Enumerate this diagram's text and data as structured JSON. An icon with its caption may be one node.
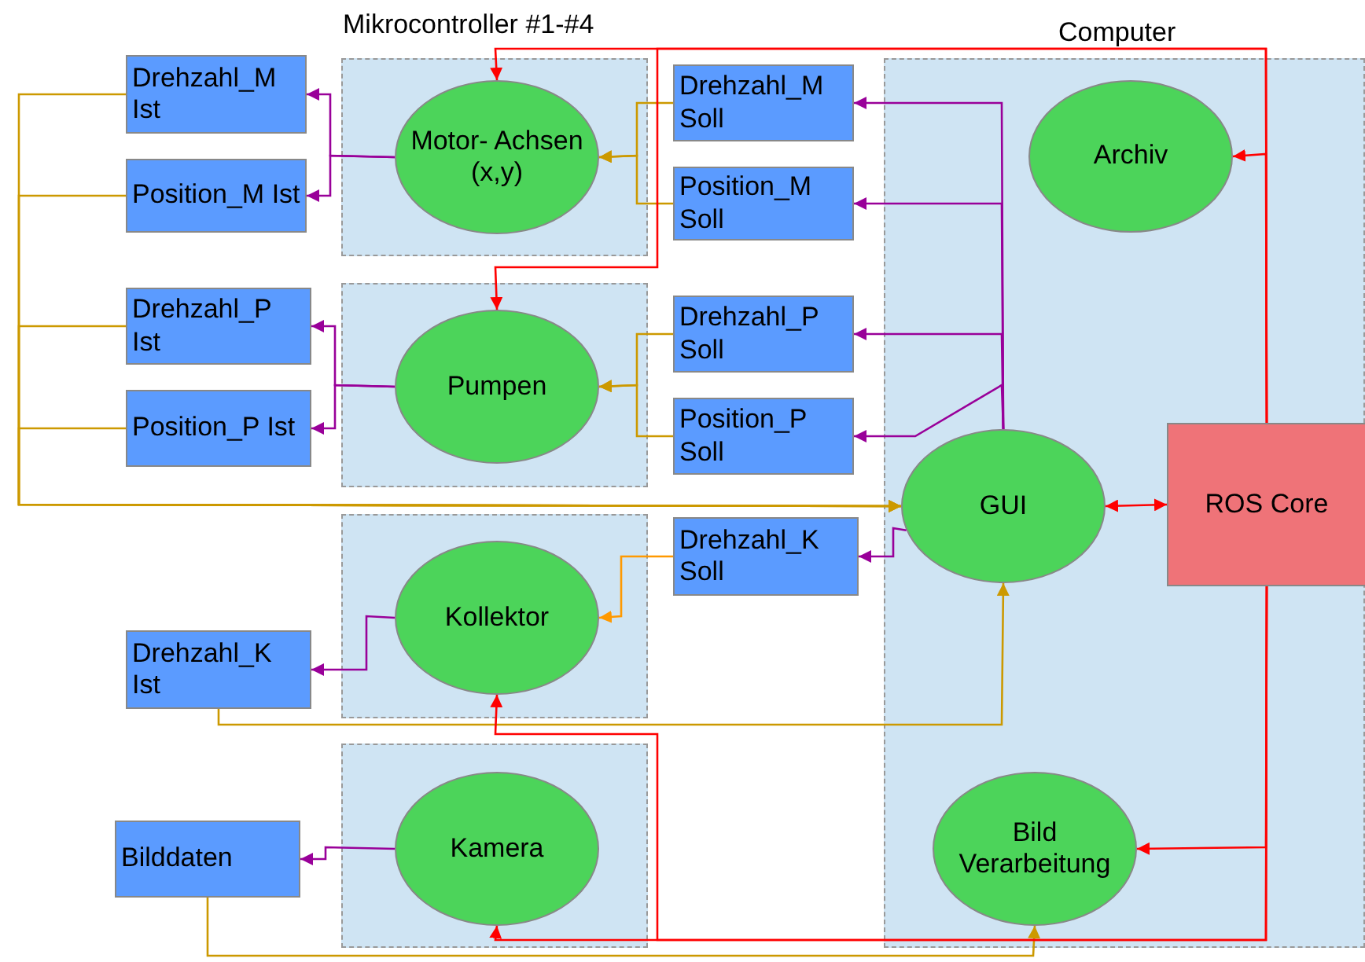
{
  "diagram": {
    "nodes": [
      {
        "text": [],
        "shape": "box"
      },
      {
        "text": [
          "Motor- Achsen (x,y)"
        ],
        "in": 0
      },
      {
        "text": [],
        "shape": "box"
      },
      {
        "text": [
          "Pumpen"
        ],
        "in": 2
      },
      {
        "text": [],
        "shape": "box"
      },
      {
        "text": [
          "Kollektor"
        ],
        "in": 4
      },
      {
        "text": [],
        "shape": "box"
      },
      {
        "text": [
          "Kamera"
        ],
        "in": 6
      },
      {
        "text": [
          "Computer"
        ]
      },
      {
        "text": [
          "Archiv"
        ],
        "in": 8
      },
      {
        "text": [
          "GUI"
        ],
        "in": 8
      },
      {
        "text": [
          "ROS Core"
        ],
        "in": 8
      },
      {
        "text": [
          "Bild Verarbeitung"
        ],
        "in": 8
      },
      {
        "text": [
          "Drehzahl_M Ist"
        ]
      },
      {
        "text": [
          "Position_M Ist"
        ]
      },
      {
        "text": [
          "Drehzahl_P Ist"
        ]
      },
      {
        "text": [
          "Position_P Ist"
        ]
      },
      {
        "text": [
          "Drehzahl_K Ist"
        ]
      },
      {
        "text": [
          "Bilddaten"
        ]
      },
      {
        "text": [
          "Drehzahl_M Soll"
        ]
      },
      {
        "text": [
          "Position_M Soll"
        ]
      },
      {
        "text": [
          "Drehzahl_P Soll"
        ]
      },
      {
        "text": [
          "Position_P Soll"
        ]
      },
      {
        "text": [
          "Drehzahl_K Soll"
        ]
      }
    ],
    "edges": [
      {
        "from": 1,
        "to": 13,
        "arrow": "to",
        "color": "#990099"
      },
      {
        "from": 1,
        "to": 14,
        "arrow": "to",
        "color": "#990099"
      },
      {
        "from": 3,
        "to": 15,
        "arrow": "to",
        "color": "#990099"
      },
      {
        "from": 3,
        "to": 16,
        "arrow": "to",
        "color": "#990099"
      },
      {
        "from": 5,
        "to": 17,
        "arrow": "to",
        "color": "#990099"
      },
      {
        "from": 7,
        "to": 18,
        "arrow": "to",
        "color": "#990099"
      },
      {
        "from": 10,
        "to": 19,
        "arrow": "to",
        "color": "#990099"
      },
      {
        "from": 10,
        "to": 20,
        "arrow": "to",
        "color": "#990099"
      },
      {
        "from": 10,
        "to": 21,
        "arrow": "to",
        "color": "#990099"
      },
      {
        "from": 10,
        "to": 22,
        "arrow": "to",
        "color": "#990099"
      },
      {
        "from": 10,
        "to": 23,
        "arrow": "to",
        "color": "#990099"
      },
      {
        "from": 19,
        "to": 1,
        "arrow": "to",
        "color": "#cc9900"
      },
      {
        "from": 20,
        "to": 1,
        "arrow": "to",
        "color": "#cc9900"
      },
      {
        "from": 21,
        "to": 3,
        "arrow": "to",
        "color": "#cc9900"
      },
      {
        "from": 22,
        "to": 3,
        "arrow": "to",
        "color": "#cc9900"
      },
      {
        "from": 23,
        "to": 5,
        "arrow": "to",
        "color": "#ff9900"
      },
      {
        "from": 13,
        "to": 10,
        "arrow": "to",
        "color": "#cc9900"
      },
      {
        "from": 14,
        "to": 10,
        "arrow": "to",
        "color": "#cc9900"
      },
      {
        "from": 15,
        "to": 10,
        "arrow": "to",
        "color": "#cc9900"
      },
      {
        "from": 16,
        "to": 10,
        "arrow": "to",
        "color": "#cc9900"
      },
      {
        "from": 17,
        "to": 10,
        "arrow": "to",
        "color": "#cc9900"
      },
      {
        "from": 18,
        "to": 12,
        "arrow": "to",
        "color": "#cc9900"
      },
      {
        "from": 10,
        "to": 11,
        "arrow": "both",
        "color": "#ff0000"
      },
      {
        "from": 11,
        "to": 9,
        "arrow": "to",
        "color": "#ff0000"
      },
      {
        "from": 11,
        "to": 12,
        "arrow": "to",
        "color": "#ff0000"
      },
      {
        "from": 11,
        "to": 1,
        "arrow": "to",
        "color": "#ff0000"
      },
      {
        "from": 11,
        "to": 3,
        "arrow": "to",
        "color": "#ff0000"
      },
      {
        "from": 11,
        "to": 5,
        "arrow": "to",
        "color": "#ff0000"
      },
      {
        "from": 11,
        "to": 7,
        "arrow": "to",
        "color": "#ff0000"
      }
    ],
    "labels": [
      "Mikrocontroller #1-#4"
    ]
  }
}
